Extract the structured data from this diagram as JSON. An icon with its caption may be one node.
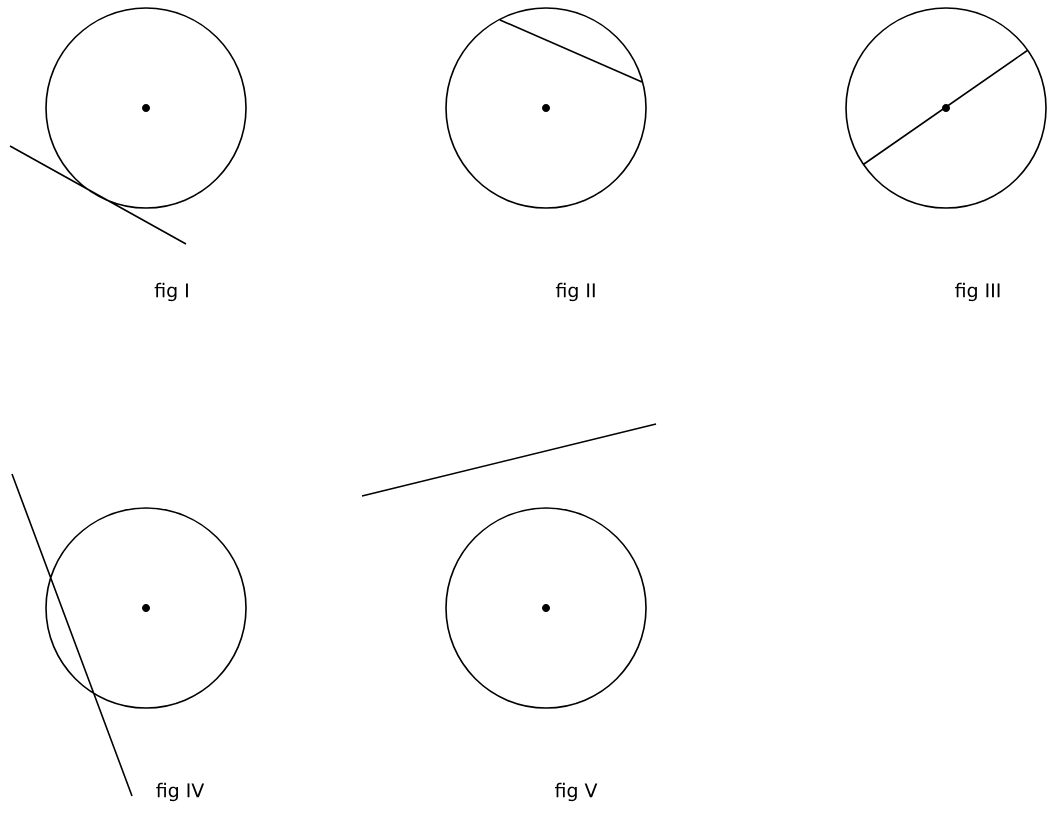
{
  "diagram": {
    "labels": [
      "fig I",
      "fig II",
      "fig III",
      "fig IV",
      "fig V"
    ]
  }
}
